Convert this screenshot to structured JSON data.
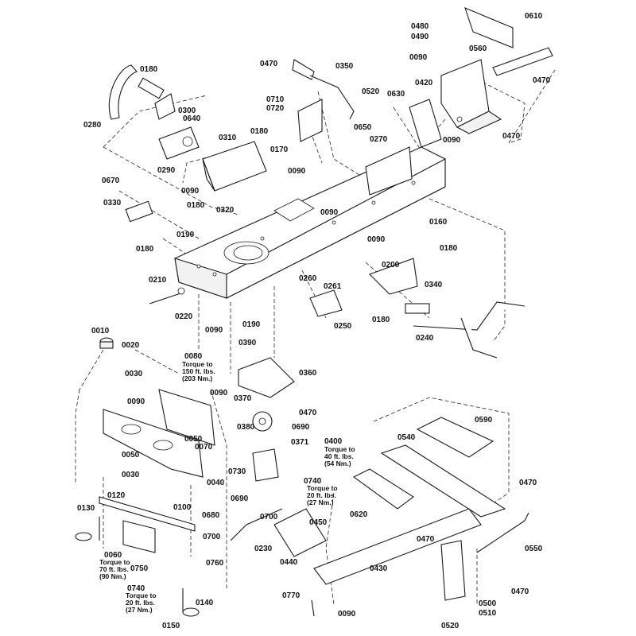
{
  "callouts": {
    "p0180": "0180",
    "p0280": "0280",
    "p0300": "0300",
    "p0640": "0640",
    "p0290": "0290",
    "p0310": "0310",
    "p0170": "0170",
    "p0090": "0090",
    "p0320": "0320",
    "p0670": "0670",
    "p0330": "0330",
    "p0190": "0190",
    "p0210": "0210",
    "p0220": "0220",
    "p0470": "0470",
    "p0350": "0350",
    "p0710": "0710",
    "p0720": "0720",
    "p0480": "0480",
    "p0490": "0490",
    "p0610": "0610",
    "p0560": "0560",
    "p0420": "0420",
    "p0520": "0520",
    "p0630": "0630",
    "p0650": "0650",
    "p0270": "0270",
    "p0160": "0160",
    "p0200": "0200",
    "p0260": "0260",
    "p0261": "0261",
    "p0340": "0340",
    "p0250": "0250",
    "p0240": "0240",
    "p0010": "0010",
    "p0020": "0020",
    "p0030": "0030",
    "p0080": "0080",
    "p0050": "0050",
    "p0070": "0070",
    "p0040": "0040",
    "p0390": "0390",
    "p0360": "0360",
    "p0370": "0370",
    "p0690": "0690",
    "p0380": "0380",
    "p0371": "0371",
    "p0730": "0730",
    "p0400": "0400",
    "p0590": "0590",
    "p0540": "0540",
    "p0620": "0620",
    "p0740": "0740",
    "p0700": "0700",
    "p0120": "0120",
    "p0130": "0130",
    "p0100": "0100",
    "p0680": "0680",
    "p0060": "0060",
    "p0750": "0750",
    "p0760": "0760",
    "p0230": "0230",
    "p0450": "0450",
    "p0440": "0440",
    "p0430": "0430",
    "p0550": "0550",
    "p0140": "0140",
    "p0150": "0150",
    "p0770": "0770",
    "p0500": "0500",
    "p0510": "0510"
  },
  "torque_notes": {
    "n0080": [
      "Torque to",
      "150 ft. lbs.",
      "(203 Nm.)"
    ],
    "n0400": [
      "Torque to",
      "40 ft. lbs.",
      "(54 Nm.)"
    ],
    "n0740a": [
      "Torque to",
      "20 ft. lbs.",
      "(27 Nm.)"
    ],
    "n0060": [
      "Torque to",
      "70 ft. lbs.",
      "(90 Nm.)"
    ],
    "n0740b": [
      "Torque to",
      "20 ft. lbs.",
      "(27 Nm.)"
    ]
  }
}
